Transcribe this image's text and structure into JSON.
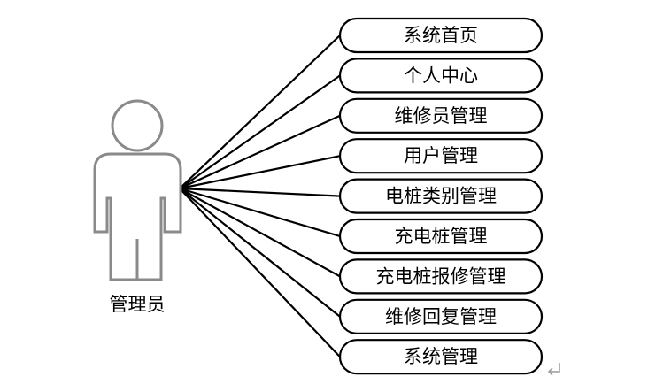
{
  "actor": {
    "label": "管理员",
    "icon": "person-icon"
  },
  "use_cases": [
    {
      "id": "home",
      "label": "系统首页"
    },
    {
      "id": "profile",
      "label": "个人中心"
    },
    {
      "id": "repairman",
      "label": "维修员管理"
    },
    {
      "id": "user",
      "label": "用户管理"
    },
    {
      "id": "pile-category",
      "label": "电桩类别管理"
    },
    {
      "id": "charging-pile",
      "label": "充电桩管理"
    },
    {
      "id": "pile-repair",
      "label": "充电桩报修管理"
    },
    {
      "id": "repair-reply",
      "label": "维修回复管理"
    },
    {
      "id": "system",
      "label": "系统管理"
    }
  ],
  "colors": {
    "line": "#000000",
    "actor_outline": "#8a8a8a",
    "background": "#ffffff"
  }
}
